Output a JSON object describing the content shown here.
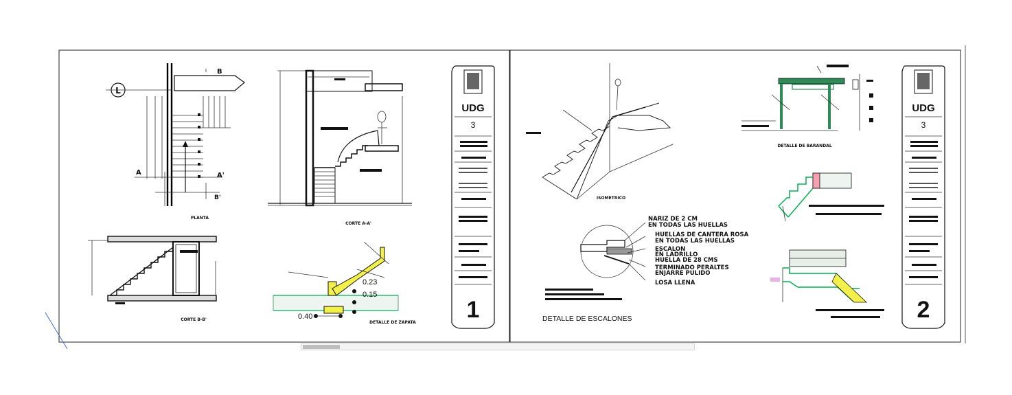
{
  "sheet1": {
    "plan_title": "PLANTA",
    "section_aa_title": "CORTE A-A'",
    "section_bb_title": "CORTE B-B'",
    "footing_title": "DETALLE DE ZAPATA",
    "axis_label": "L",
    "cut_labels": {
      "a": "A",
      "a_prime": "A'",
      "b": "B",
      "b_prime": "B'"
    },
    "dims": {
      "d1": "0.23",
      "d2": "0.15",
      "d3": "0.40"
    },
    "title_block": {
      "logo": "UDG",
      "sheet_code": "3",
      "sheet_number": "1"
    }
  },
  "sheet2": {
    "isometric_title": "ISOMETRICO",
    "railing_title": "DETALLE DE BARANDAL",
    "detail_steps_title": "DETALLE DE ESCALONES",
    "notes": [
      "NARIZ DE 2 CM",
      "EN TODAS LAS HUELLAS",
      "HUELLAS DE CANTERA ROSA",
      "EN TODAS LAS HUELLAS",
      "ESCALON",
      "EN LADRILLO",
      "HUELLA DE 28 CMS",
      "TERMINADO PERALTES",
      "ENJARRE PULIDO",
      "LOSA LLENA"
    ],
    "title_block": {
      "logo": "UDG",
      "sheet_code": "3",
      "sheet_number": "2"
    }
  },
  "colors": {
    "paper": "#ffffff",
    "line": "#111111",
    "green": "#2e8b57",
    "accent": "#00b050"
  }
}
